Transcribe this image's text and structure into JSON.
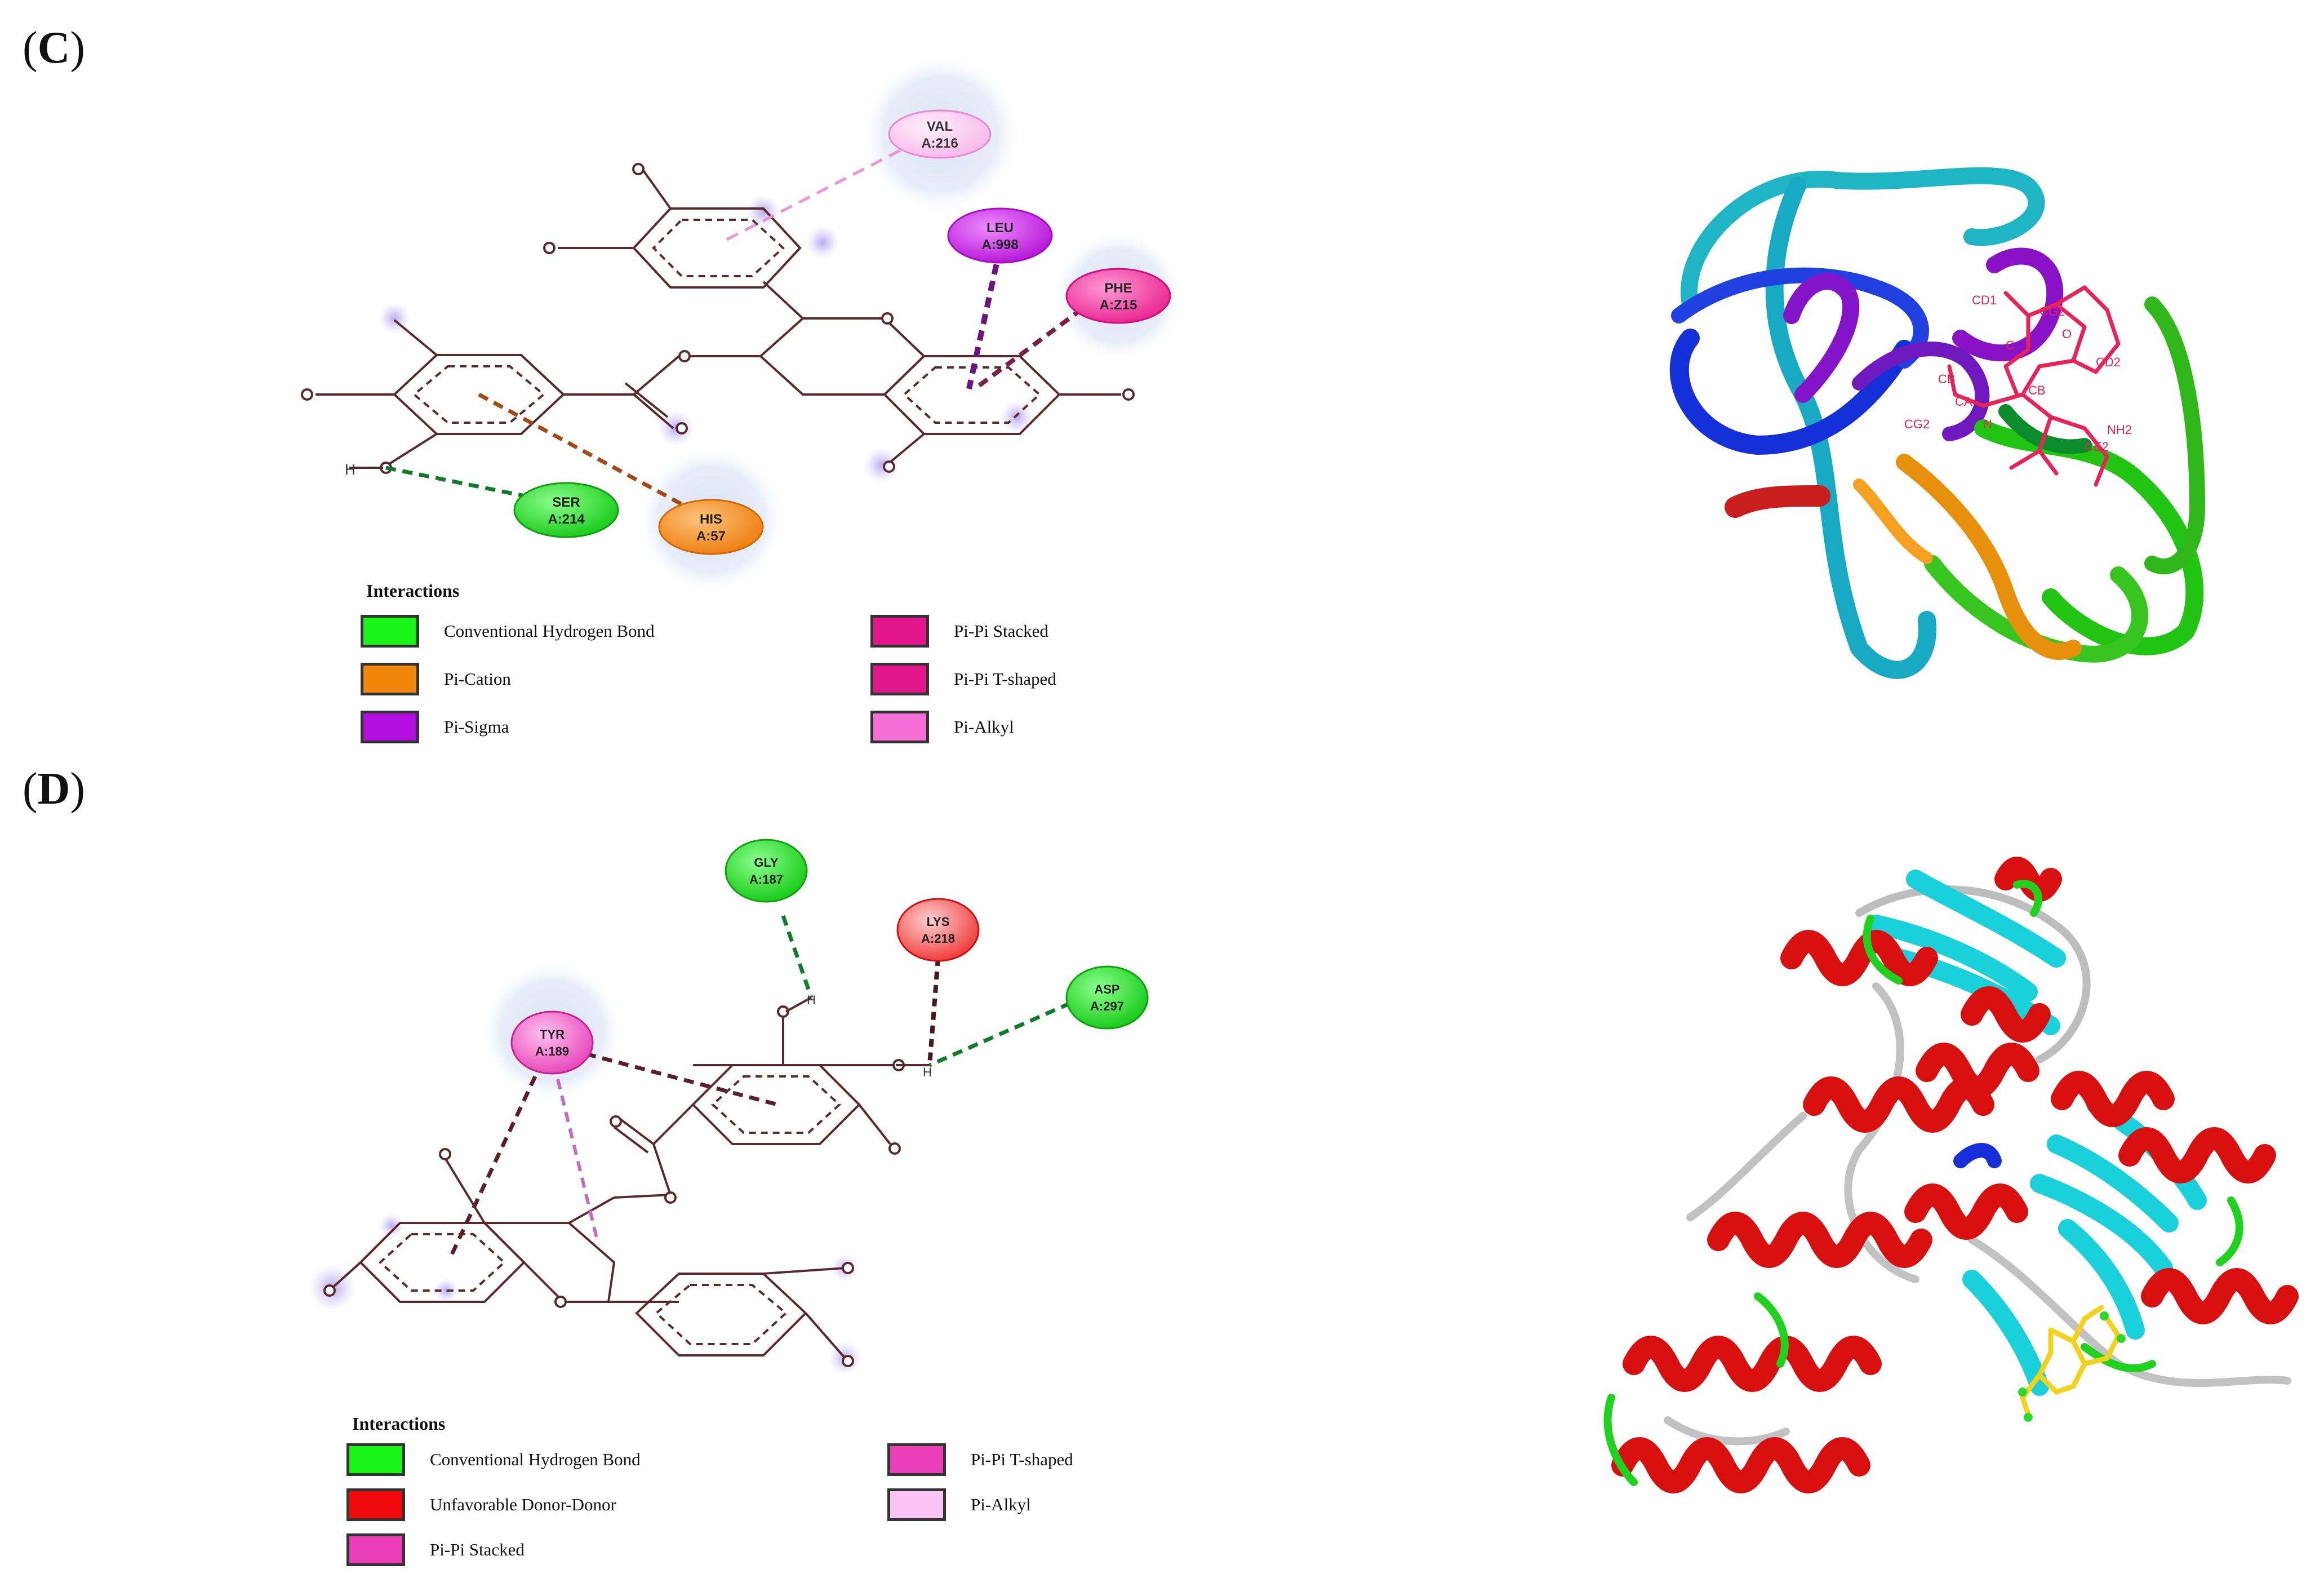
{
  "panels": {
    "c": {
      "label": "C",
      "residues": [
        {
          "name": "VAL",
          "id": "A:216"
        },
        {
          "name": "LEU",
          "id": "A:998"
        },
        {
          "name": "PHE",
          "id": "A:Z15"
        },
        {
          "name": "SER",
          "id": "A:214"
        },
        {
          "name": "HIS",
          "id": "A:57"
        }
      ],
      "legend_title": "Interactions",
      "legend": [
        {
          "label": "Conventional Hydrogen Bond",
          "color": "#19f519"
        },
        {
          "label": "Pi-Cation",
          "color": "#f0860c"
        },
        {
          "label": "Pi-Sigma",
          "color": "#b20ee0"
        },
        {
          "label": "Pi-Pi Stacked",
          "color": "#e0168a"
        },
        {
          "label": "Pi-Pi T-shaped",
          "color": "#e0168a"
        },
        {
          "label": "Pi-Alkyl",
          "color": "#f46fd6"
        }
      ],
      "atom_labels": {
        "h": "H"
      }
    },
    "d": {
      "label": "D",
      "residues": [
        {
          "name": "GLY",
          "id": "A:187"
        },
        {
          "name": "LYS",
          "id": "A:218"
        },
        {
          "name": "ASP",
          "id": "A:297"
        },
        {
          "name": "TYR",
          "id": "A:189"
        }
      ],
      "legend_title": "Interactions",
      "legend": [
        {
          "label": "Conventional Hydrogen Bond",
          "color": "#19f519"
        },
        {
          "label": "Unfavorable Donor-Donor",
          "color": "#ef0b0b"
        },
        {
          "label": "Pi-Pi Stacked",
          "color": "#ec3eb8"
        },
        {
          "label": "Pi-Pi T-shaped",
          "color": "#ec3eb8"
        },
        {
          "label": "Pi-Alkyl",
          "color": "#fbc4f2"
        }
      ],
      "atom_labels": {
        "h1": "H",
        "h2": "H"
      }
    }
  }
}
